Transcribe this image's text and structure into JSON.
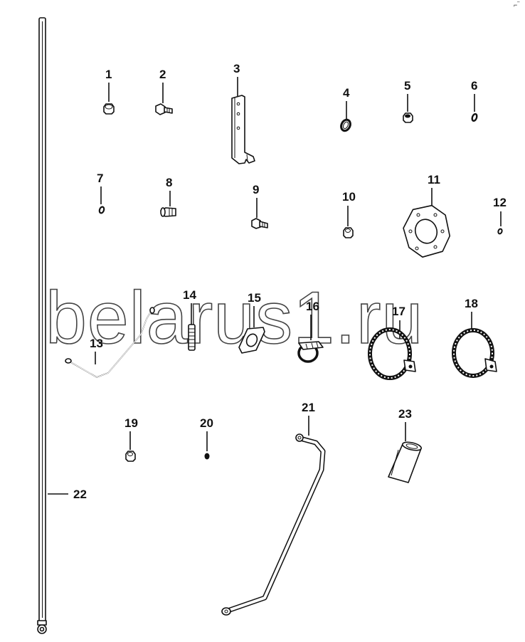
{
  "parts": [
    {
      "num": "1"
    },
    {
      "num": "2"
    },
    {
      "num": "3"
    },
    {
      "num": "4"
    },
    {
      "num": "5"
    },
    {
      "num": "6"
    },
    {
      "num": "7"
    },
    {
      "num": "8"
    },
    {
      "num": "9"
    },
    {
      "num": "10"
    },
    {
      "num": "11"
    },
    {
      "num": "12"
    },
    {
      "num": "13"
    },
    {
      "num": "14"
    },
    {
      "num": "15"
    },
    {
      "num": "16"
    },
    {
      "num": "17"
    },
    {
      "num": "18"
    },
    {
      "num": "19"
    },
    {
      "num": "20"
    },
    {
      "num": "21"
    },
    {
      "num": "22"
    },
    {
      "num": "23"
    }
  ],
  "watermark": "belarus1.ru",
  "corner_mark": "⌐‾"
}
